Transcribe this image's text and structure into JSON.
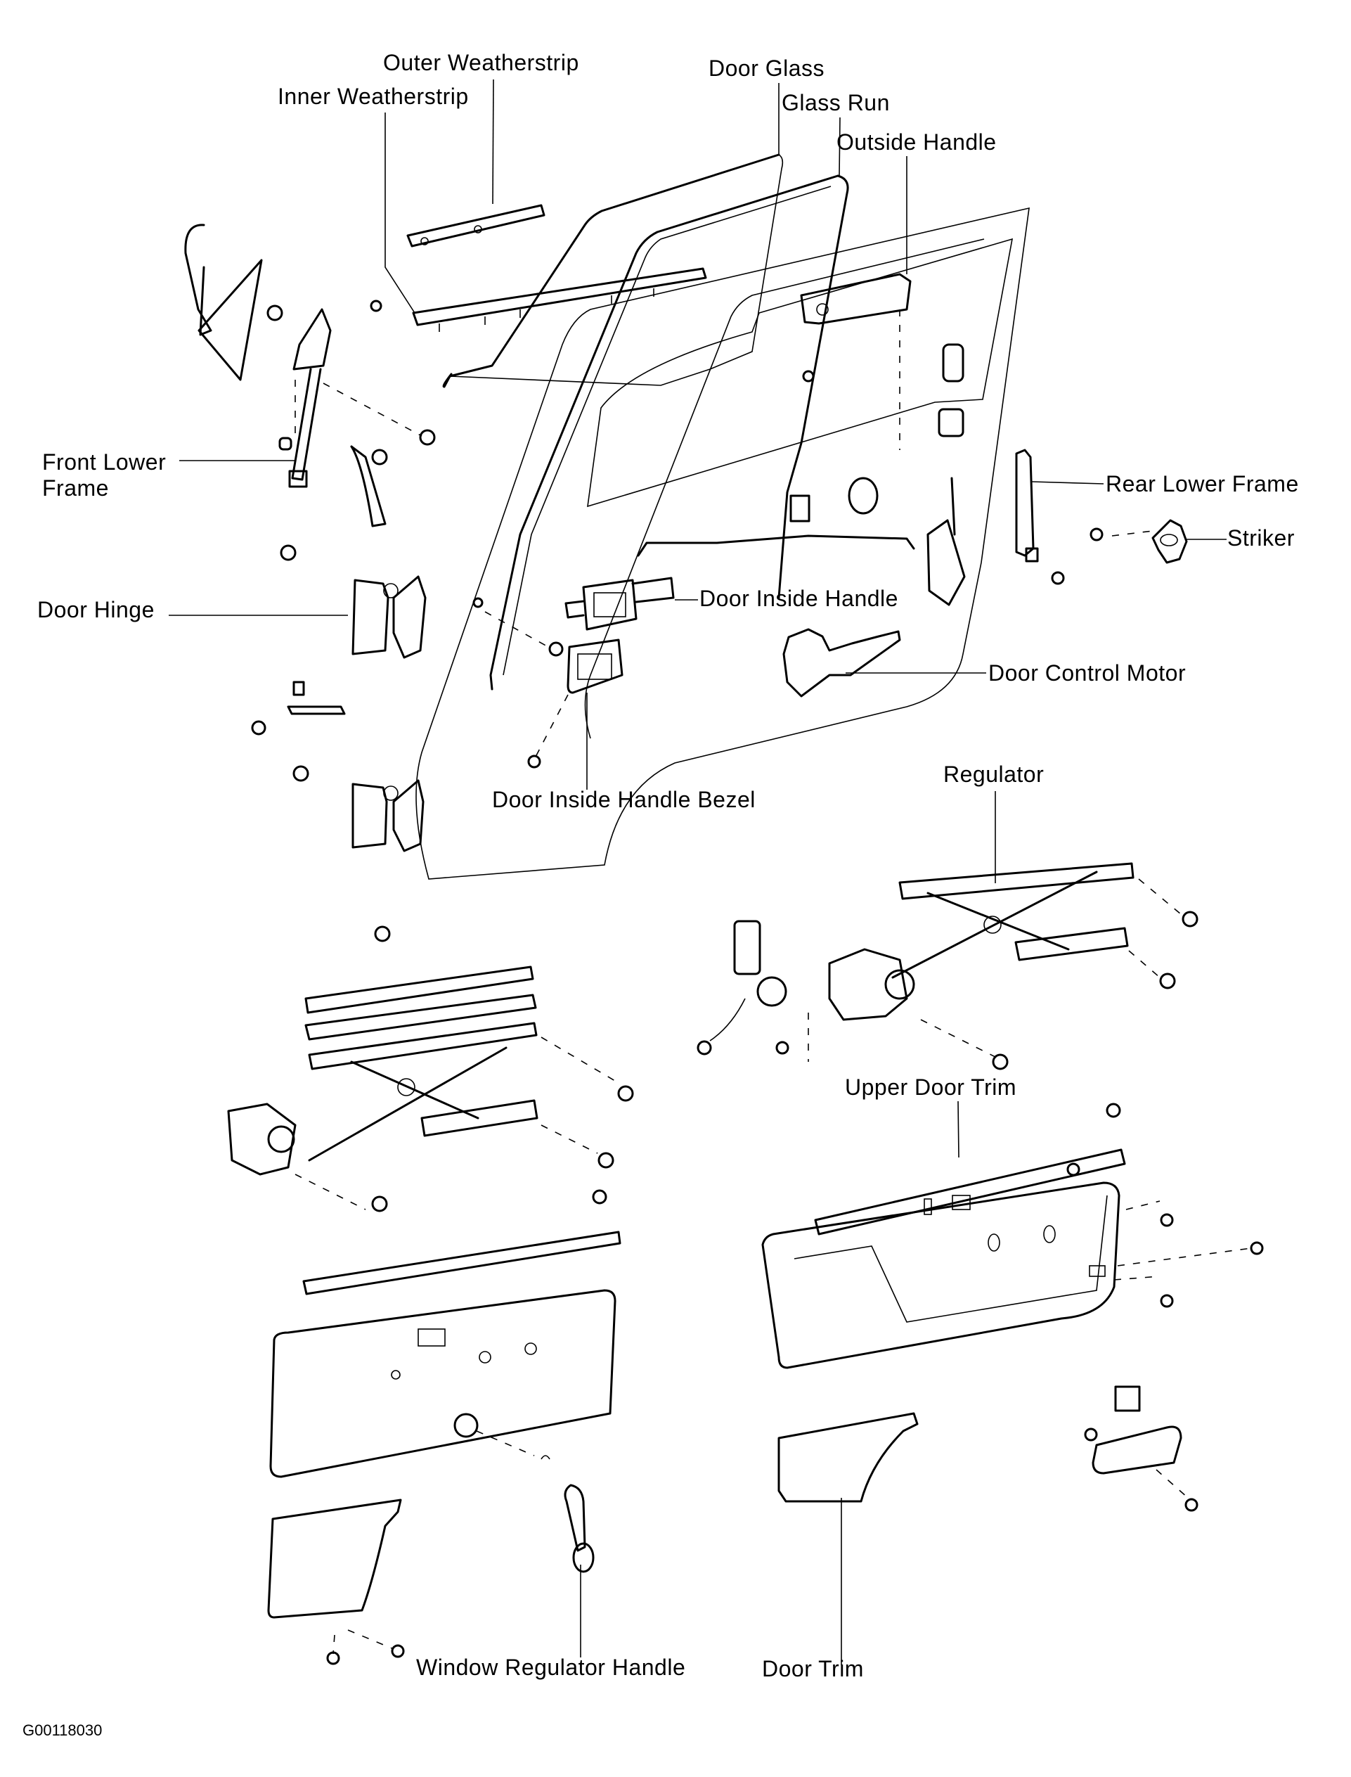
{
  "diagram": {
    "title": "Front Door Components (Exploded View)",
    "figure_id": "G00118030",
    "labels": {
      "outer_weatherstrip": "Outer Weatherstrip",
      "inner_weatherstrip": "Inner Weatherstrip",
      "door_glass": "Door Glass",
      "glass_run": "Glass Run",
      "outside_handle": "Outside Handle",
      "front_lower_frame_1": "Front Lower",
      "front_lower_frame_2": "Frame",
      "rear_lower_frame": "Rear Lower Frame",
      "striker": "Striker",
      "door_hinge": "Door Hinge",
      "door_inside_handle": "Door Inside Handle",
      "door_control_motor": "Door Control Motor",
      "door_inside_handle_bezel": "Door Inside Handle Bezel",
      "regulator": "Regulator",
      "upper_door_trim": "Upper Door Trim",
      "window_regulator_handle": "Window Regulator Handle",
      "door_trim": "Door Trim"
    },
    "colors": {
      "line": "#000000",
      "background": "#ffffff"
    }
  }
}
